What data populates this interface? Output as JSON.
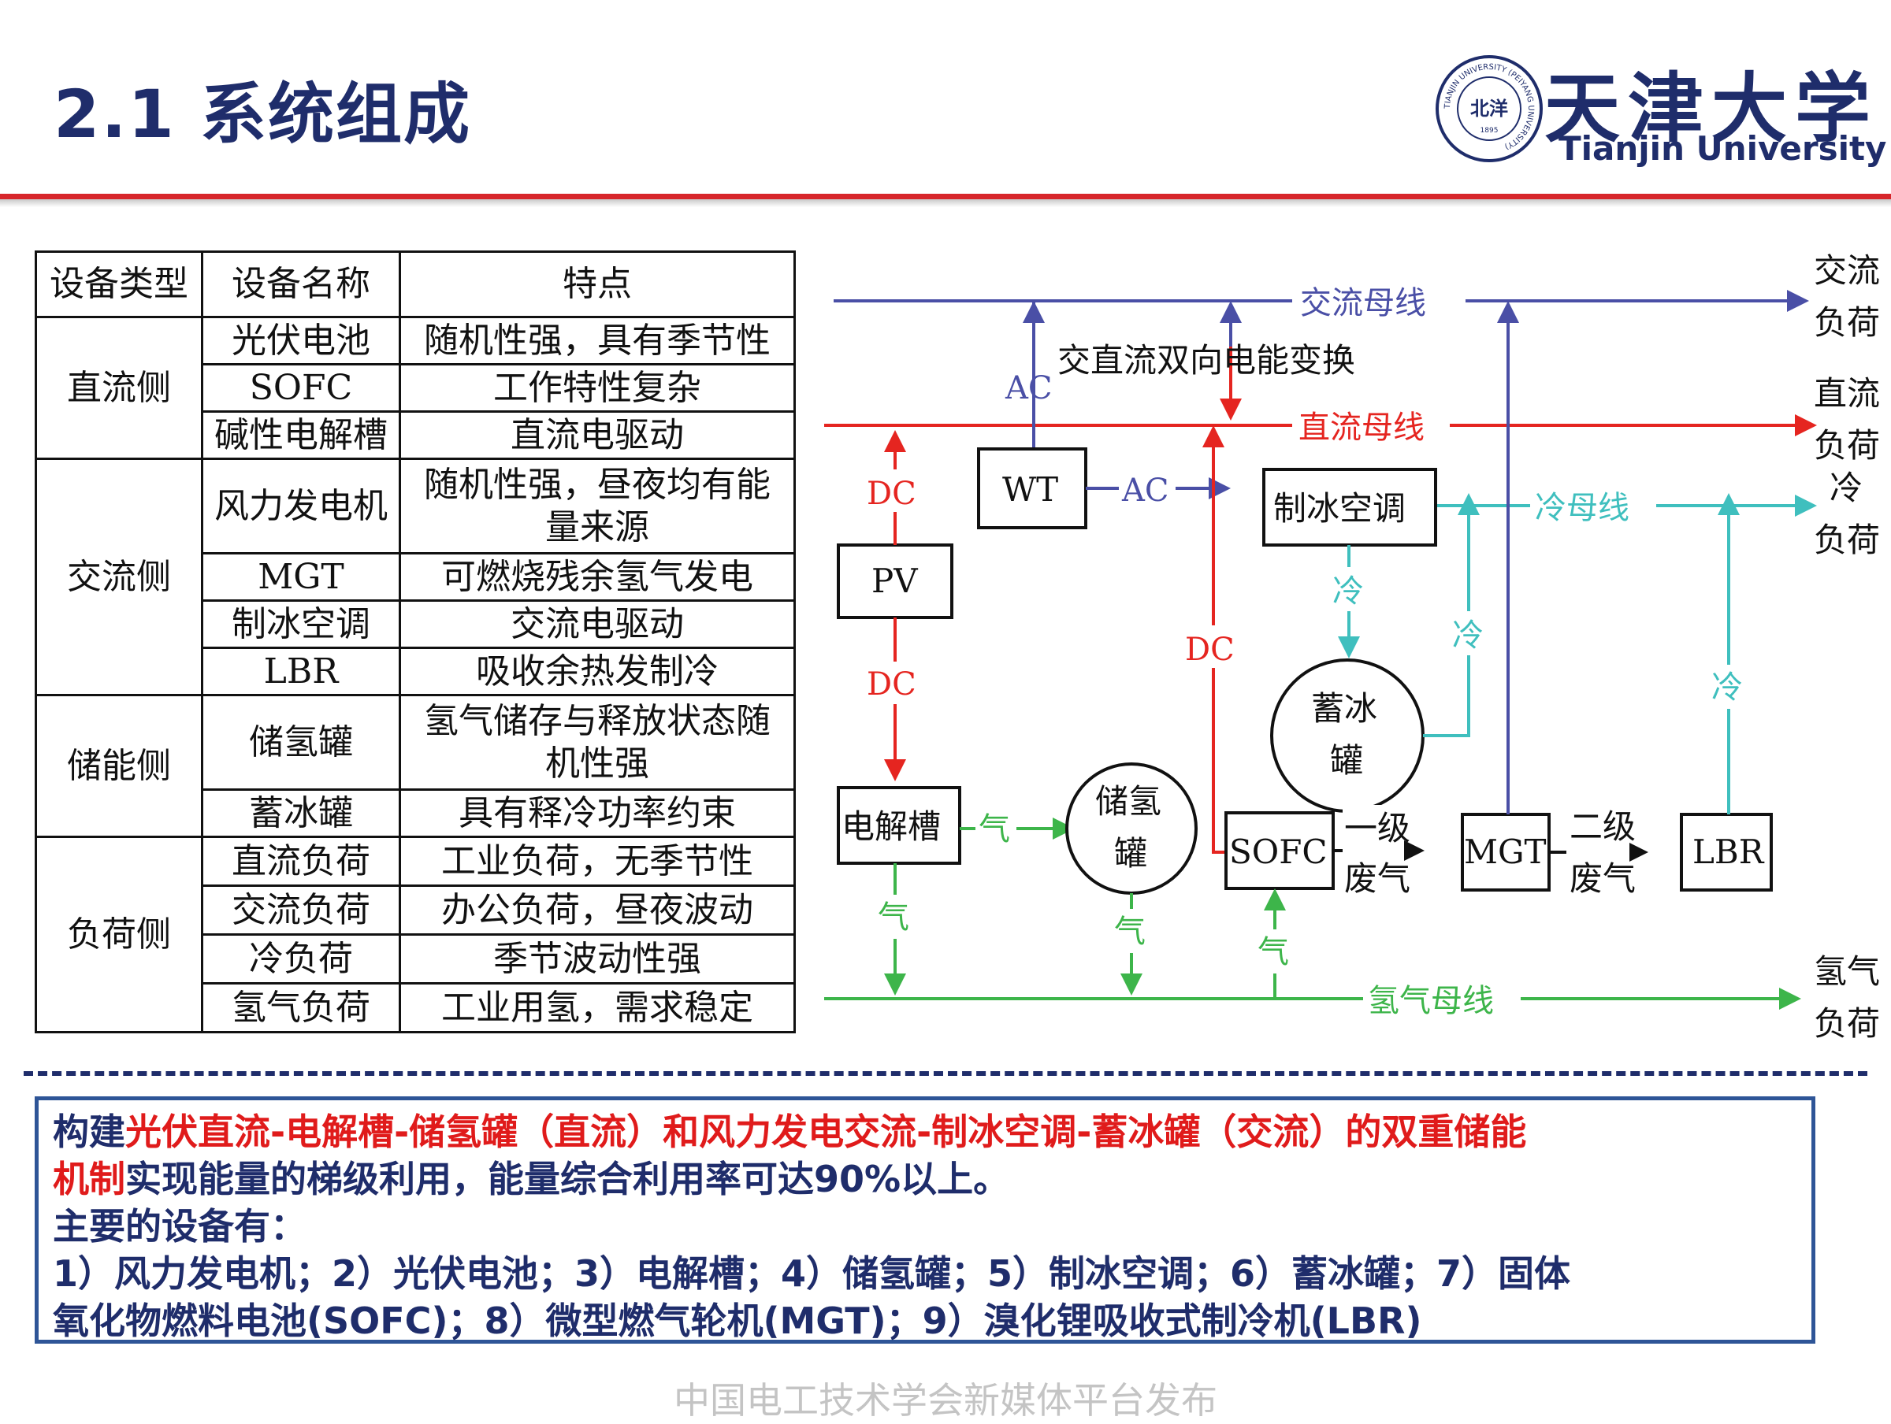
{
  "header": {
    "title": "2.1 系统组成",
    "logo_cn": "天津大学",
    "logo_en": "Tianjin University",
    "seal_inner": "北洋",
    "seal_ring": "TIANJIN UNIVERSITY (PEIYANG UNIVERSITY)",
    "seal_year": "1895"
  },
  "colors": {
    "title": "#1f2d6b",
    "accent_red": "#d7262b",
    "ac_bus": "#4a4fa6",
    "dc_bus": "#e52520",
    "cold_bus": "#3fbfbe",
    "h2_bus": "#3db54a",
    "box_border": "#2e5597",
    "highlight": "#e01b1b"
  },
  "table": {
    "headers": [
      "设备类型",
      "设备名称",
      "特点"
    ],
    "groups": [
      {
        "type": "直流侧",
        "rows": [
          {
            "name": "光伏电池",
            "feature": [
              "随机性强，具有季节性"
            ]
          },
          {
            "name": "SOFC",
            "feature": [
              "工作特性复杂"
            ]
          },
          {
            "name": "碱性电解槽",
            "feature": [
              "直流电驱动"
            ]
          }
        ]
      },
      {
        "type": "交流侧",
        "rows": [
          {
            "name": "风力发电机",
            "feature": [
              "随机性强，昼夜均有能",
              "量来源"
            ]
          },
          {
            "name": "MGT",
            "feature": [
              "可燃烧残余氢气发电"
            ]
          },
          {
            "name": "制冰空调",
            "feature": [
              "交流电驱动"
            ]
          },
          {
            "name": "LBR",
            "feature": [
              "吸收余热发制冷"
            ]
          }
        ]
      },
      {
        "type": "储能侧",
        "rows": [
          {
            "name": "储氢罐",
            "feature": [
              "氢气储存与释放状态随",
              "机性强"
            ]
          },
          {
            "name": "蓄冰罐",
            "feature": [
              "具有释冷功率约束"
            ]
          }
        ]
      },
      {
        "type": "负荷侧",
        "rows": [
          {
            "name": "直流负荷",
            "feature": [
              "工业负荷，无季节性"
            ]
          },
          {
            "name": "交流负荷",
            "feature": [
              "办公负荷，昼夜波动"
            ]
          },
          {
            "name": "冷负荷",
            "feature": [
              "季节波动性强"
            ]
          },
          {
            "name": "氢气负荷",
            "feature": [
              "工业用氢，需求稳定"
            ]
          }
        ]
      }
    ]
  },
  "diagram": {
    "buses": {
      "ac": "交流母线",
      "dc": "直流母线",
      "cold": "冷母线",
      "h2": "氢气母线"
    },
    "loads": {
      "ac_load": [
        "交流",
        "负荷"
      ],
      "dc_load": [
        "直流",
        "负荷"
      ],
      "cold_load": [
        "冷",
        "负荷"
      ],
      "h2_load": [
        "氢气",
        "负荷"
      ]
    },
    "converter": "交直流双向电能变换",
    "nodes": {
      "wt": "WT",
      "pv": "PV",
      "ice_ac": "制冰空调",
      "electrolyzer": "电解槽",
      "h2_tank": [
        "储氢",
        "罐"
      ],
      "ice_tank": [
        "蓄冰",
        "罐"
      ],
      "sofc": "SOFC",
      "mgt": "MGT",
      "lbr": "LBR"
    },
    "edge_labels": {
      "ac": "AC",
      "dc": "DC",
      "gas": "气",
      "cold": "冷",
      "exhaust1": [
        "一级",
        "废气"
      ],
      "exhaust2": [
        "二级",
        "废气"
      ]
    }
  },
  "summary": {
    "line1_a": "构建",
    "line1_b": "光伏直流-电解槽-储氢罐（直流）和风力发电交流-制冰空调-蓄冰罐（交流）的双重储能",
    "line2_a": "机制",
    "line2_b": "实现能量的梯级利用，能量综合利用率可达90%以上。",
    "line3": "主要的设备有：",
    "line4": "1）风力发电机；2）光伏电池；3）电解槽；4）储氢罐；5）制冰空调；6）蓄冰罐；7）固体",
    "line5": "氧化物燃料电池(SOFC)；8）微型燃气轮机(MGT)；9）溴化锂吸收式制冷机(LBR)"
  },
  "footer": "中国电工技术学会新媒体平台发布"
}
